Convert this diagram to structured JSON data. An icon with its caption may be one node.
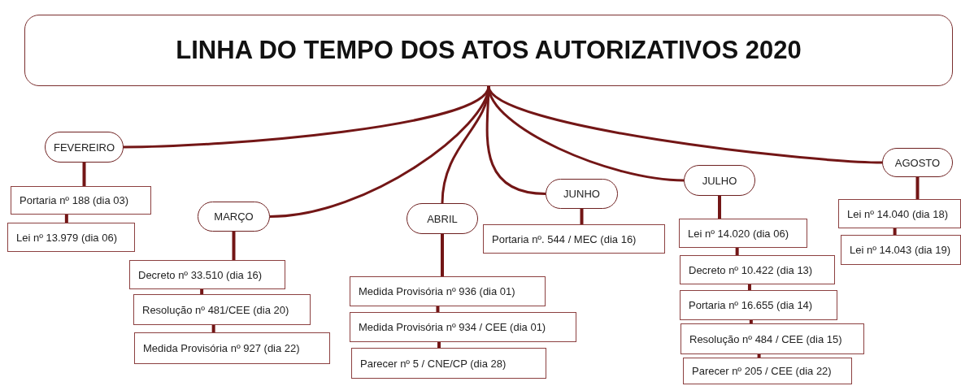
{
  "diagram": {
    "nodes": [
      {
        "text": [
          "LINHA DO TEMPO DOS ATOS AUTORIZATIVOS 2020"
        ]
      },
      {
        "text": [
          "FEVEREIRO"
        ]
      },
      {
        "text": [
          "Portaria nº 188 (dia 03)"
        ]
      },
      {
        "text": [
          "Lei nº 13.979 (dia 06)"
        ]
      },
      {
        "text": [
          "MARÇO"
        ]
      },
      {
        "text": [
          "Decreto nº 33.510 (dia 16)"
        ]
      },
      {
        "text": [
          "Resolução nº 481/CEE (dia 20)"
        ]
      },
      {
        "text": [
          "Medida Provisória nº 927 (dia 22)"
        ]
      },
      {
        "text": [
          "ABRIL"
        ]
      },
      {
        "text": [
          "Medida Provisória nº 936 (dia 01)"
        ]
      },
      {
        "text": [
          "Medida Provisória nº 934 / CEE (dia 01)"
        ]
      },
      {
        "text": [
          "Parecer nº 5 / CNE/CP (dia 28)"
        ]
      },
      {
        "text": [
          "JUNHO"
        ]
      },
      {
        "text": [
          "Portaria nº. 544 / MEC (dia 16)"
        ]
      },
      {
        "text": [
          "JULHO"
        ]
      },
      {
        "text": [
          "Lei nº 14.020 (dia 06)"
        ]
      },
      {
        "text": [
          "Decreto nº 10.422 (dia 13)"
        ]
      },
      {
        "text": [
          "Portaria nº 16.655 (dia 14)"
        ]
      },
      {
        "text": [
          "Resolução nº 484 / CEE (dia 15)"
        ]
      },
      {
        "text": [
          "Parecer nº 205 / CEE (dia 22)"
        ]
      },
      {
        "text": [
          "AGOSTO"
        ]
      },
      {
        "text": [
          "Lei nº 14.040 (dia 18)"
        ]
      },
      {
        "text": [
          "Lei nº 14.043 (dia 19)"
        ]
      }
    ],
    "edges": [
      {
        "from": 0,
        "to": 1,
        "arrow": "none"
      },
      {
        "from": 0,
        "to": 4,
        "arrow": "none"
      },
      {
        "from": 0,
        "to": 8,
        "arrow": "none"
      },
      {
        "from": 0,
        "to": 12,
        "arrow": "none"
      },
      {
        "from": 0,
        "to": 14,
        "arrow": "none"
      },
      {
        "from": 0,
        "to": 20,
        "arrow": "none"
      },
      {
        "from": 1,
        "to": 2,
        "arrow": "none"
      },
      {
        "from": 2,
        "to": 3,
        "arrow": "none"
      },
      {
        "from": 4,
        "to": 5,
        "arrow": "none"
      },
      {
        "from": 5,
        "to": 6,
        "arrow": "none"
      },
      {
        "from": 6,
        "to": 7,
        "arrow": "none"
      },
      {
        "from": 8,
        "to": 9,
        "arrow": "none"
      },
      {
        "from": 9,
        "to": 10,
        "arrow": "none"
      },
      {
        "from": 10,
        "to": 11,
        "arrow": "none"
      },
      {
        "from": 12,
        "to": 13,
        "arrow": "none"
      },
      {
        "from": 14,
        "to": 15,
        "arrow": "none"
      },
      {
        "from": 15,
        "to": 16,
        "arrow": "none"
      },
      {
        "from": 16,
        "to": 17,
        "arrow": "none"
      },
      {
        "from": 17,
        "to": 18,
        "arrow": "none"
      },
      {
        "from": 18,
        "to": 19,
        "arrow": "none"
      },
      {
        "from": 20,
        "to": 21,
        "arrow": "none"
      },
      {
        "from": 21,
        "to": 22,
        "arrow": "none"
      }
    ]
  }
}
